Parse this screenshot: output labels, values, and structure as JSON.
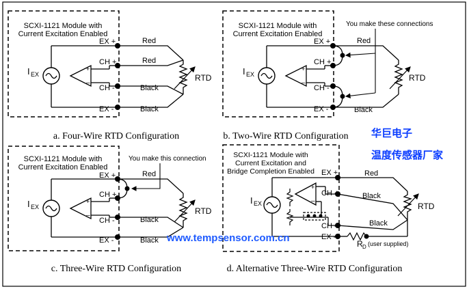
{
  "panels": {
    "a": {
      "module_title": [
        "SCXI-1121 Module with",
        "Current Excitation Enabled"
      ],
      "terminals": [
        "EX +",
        "CH +",
        "CH -",
        "EX -"
      ],
      "wires": [
        "Red",
        "Red",
        "Black",
        "Black"
      ],
      "rtd": "RTD",
      "iex_main": "I",
      "iex_sub": "EX",
      "caption": "a. Four-Wire RTD Configuration"
    },
    "b": {
      "module_title": [
        "SCXI-1121 Module with",
        "Current Excitation Enabled"
      ],
      "terminals": [
        "EX +",
        "CH +",
        "CH -",
        "EX -"
      ],
      "wires": [
        "Red",
        "Black"
      ],
      "note": "You make these connections",
      "rtd": "RTD",
      "iex_main": "I",
      "iex_sub": "EX",
      "caption": "b. Two-Wire RTD Configuration"
    },
    "c": {
      "module_title": [
        "SCXI-1121 Module with",
        "Current Excitation Enabled"
      ],
      "terminals": [
        "EX +",
        "CH +",
        "CH -",
        "EX -"
      ],
      "wires": [
        "Red",
        "Black",
        "Black"
      ],
      "note": "You make this connection",
      "rtd": "RTD",
      "iex_main": "I",
      "iex_sub": "EX",
      "caption": "c. Three-Wire RTD Configuration"
    },
    "d": {
      "module_title": [
        "SCXI-1121 Module with",
        "Current Excitation and",
        "Bridge Completion Enabled"
      ],
      "terminals": [
        "EX +",
        "CH +",
        "CH -",
        "EX -"
      ],
      "wires": [
        "Red",
        "Black",
        "Black"
      ],
      "rtd": "RTD",
      "iex_main": "I",
      "iex_sub": "EX",
      "rd_main": "R",
      "rd_sub": "D",
      "rd_note": "(user supplied)",
      "caption": "d. Alternative Three-Wire RTD Configuration"
    }
  },
  "watermark": {
    "cn_line1": "华巨电子",
    "cn_line2": "温度传感器厂家",
    "url": "www.tempsensor.com.cn"
  },
  "colors": {
    "line": "#000000",
    "watermark": "#1f5bff"
  }
}
